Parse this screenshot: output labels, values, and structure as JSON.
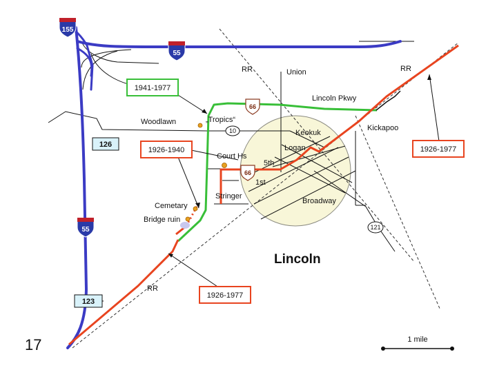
{
  "slide_number": "17",
  "town": "Lincoln",
  "scale_label": "1 mile",
  "colors": {
    "interstate": "#3b3bc4",
    "route_1926_1977": "#e8441f",
    "route_1941_1977": "#38bf38",
    "town_fill": "#f8f6d8",
    "exit_box": "#d9f2fa"
  },
  "interstates": [
    {
      "name": "155",
      "icon": "interstate-shield-icon"
    },
    {
      "name": "55",
      "icon": "interstate-shield-icon"
    },
    {
      "name": "55",
      "icon": "interstate-shield-icon"
    }
  ],
  "exits": [
    "126",
    "123"
  ],
  "route66_shields": [
    {
      "number": "66",
      "icon": "route66-shield-icon"
    },
    {
      "number": "66",
      "icon": "route66-shield-icon"
    }
  ],
  "state_routes": [
    "10",
    "121"
  ],
  "period_labels": [
    "1941-1977",
    "1926-1940",
    "1926-1977",
    "1926-1977"
  ],
  "place_labels": {
    "rr_north": "RR",
    "rr_east": "RR",
    "rr_south": "RR",
    "union": "Union",
    "lincoln_pkwy": "Lincoln Pkwy",
    "woodlawn": "Woodlawn",
    "tropics": "„Tropics“",
    "keokuk": "Keokuk",
    "kickapoo": "Kickapoo",
    "logan": "Logan",
    "court_hs": "Court Hs",
    "fifth": "5th",
    "first": "1st",
    "stringer": "Stringer",
    "broadway": "Broadway",
    "cemetary": "Cemetary",
    "bridge_ruin": "Bridge ruin"
  }
}
